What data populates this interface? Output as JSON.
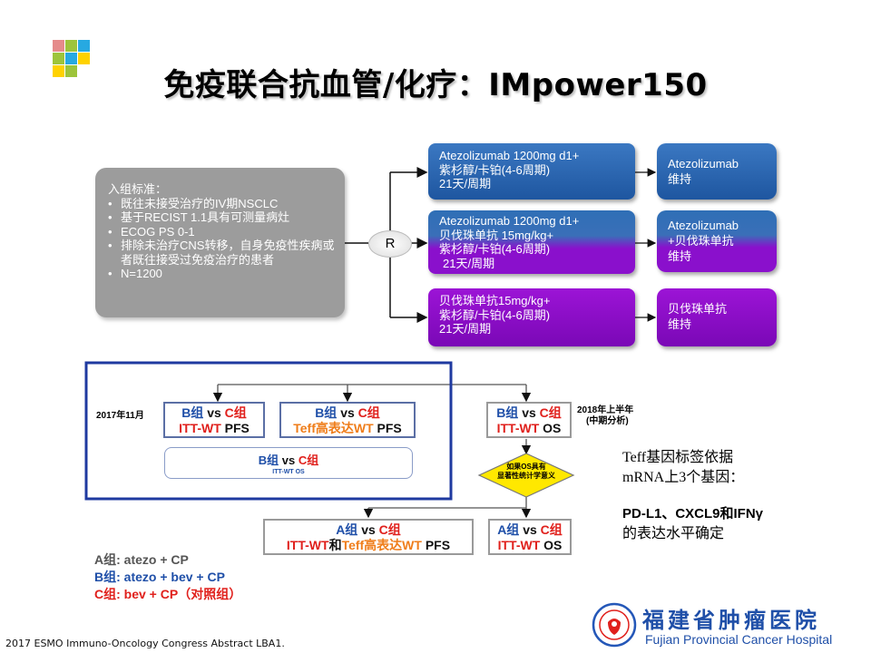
{
  "title": "免疫联合抗血管/化疗：IMpower150",
  "logo_colors": [
    "#e58b8b",
    "#9dc43b",
    "#27a9e1",
    "#ffd200"
  ],
  "criteria": {
    "heading": "入组标准：",
    "items": [
      "既往未接受治疗的IV期NSCLC",
      "基于RECIST 1.1具有可测量病灶",
      "ECOG PS 0-1",
      "排除未治疗CNS转移，自身免疫性疾病或者既往接受过免疫治疗的患者",
      "N=1200"
    ]
  },
  "randomization_label": "R",
  "arms": [
    {
      "lines": [
        "Atezolizumab 1200mg d1+",
        "紫杉醇/卡铂(4-6周期)",
        "21天/周期"
      ],
      "maintenance": [
        "Atezolizumab",
        "维持"
      ]
    },
    {
      "lines": [
        "Atezolizumab 1200mg d1+",
        "贝伐珠单抗 15mg/kg+",
        "紫杉醇/卡铂(4-6周期)",
        "21天/周期"
      ],
      "maintenance": [
        "Atezolizumab",
        "+贝伐珠单抗",
        "维持"
      ]
    },
    {
      "lines": [
        "贝伐珠单抗15mg/kg+",
        "紫杉醇/卡铂(4-6周期)",
        "21天/周期"
      ],
      "maintenance": [
        "贝伐珠单抗",
        "维持"
      ]
    }
  ],
  "analysis": {
    "date1": "2017年11月",
    "date2": "2018年上半年",
    "date2_sub": "(中期分析)",
    "vs": "vs",
    "group_b": "B组",
    "group_c": "C组",
    "group_a": "A组",
    "box1_line2_a": "ITT-WT",
    "box1_line2_b": " PFS",
    "box2_line2_a": "Teff高表达WT",
    "box2_line2_b": " PFS",
    "box3_sub": "ITT-WT OS",
    "box4_line2_a": "ITT-WT",
    "box4_line2_b": " OS",
    "diamond_line1": "如果OS具有",
    "diamond_line2": "显著性统计学意义",
    "box5_line2_a": "ITT-WT",
    "box5_line2_and": "和",
    "box5_line2_b": "Teff高表达WT",
    "box5_line2_c": " PFS",
    "box6_line2_a": "ITT-WT",
    "box6_line2_b": " OS"
  },
  "teff_note": {
    "line1": "Teff基因标签依据",
    "line2": "mRNA上3个基因：",
    "line3": "PD-L1、CXCL9和IFNγ",
    "line4": "的表达水平确定"
  },
  "legend": {
    "a": "A组: atezo + CP",
    "b": "B组: atezo + bev + CP",
    "c": "C组: bev + CP（对照组）"
  },
  "footer_ref": "2017 ESMO Immuno-Oncology Congress Abstract LBA1.",
  "hospital": {
    "name_cn": "福建省肿瘤医院",
    "name_en": "Fujian Provincial Cancer Hospital"
  }
}
